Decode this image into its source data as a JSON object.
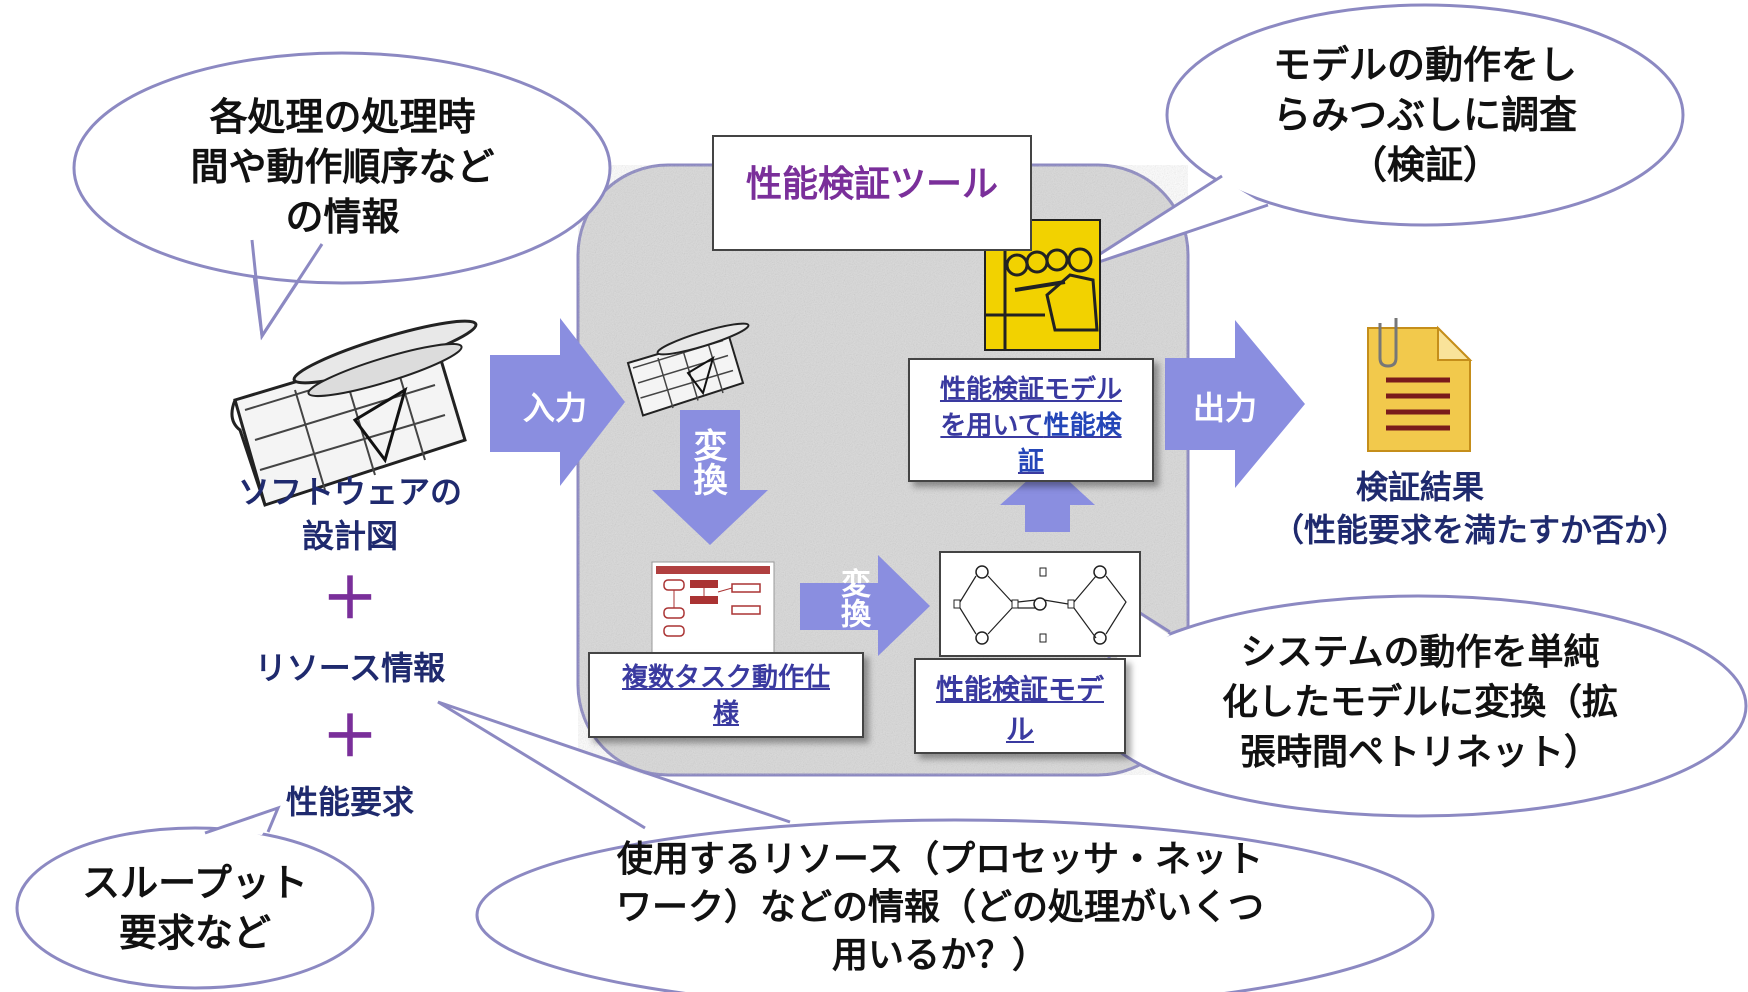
{
  "bubbles": {
    "top_left": [
      "各処理の処理時",
      "間や動作順序など",
      "の情報"
    ],
    "top_right": [
      "モデルの動作をし",
      "らみつぶしに調査",
      "（検証）"
    ],
    "right_mid": [
      "システムの動作を単純",
      "化したモデルに変換（拡",
      "張時間ペトリネット）"
    ],
    "bottom_left": [
      "スループット",
      "要求など"
    ],
    "bottom_center": [
      "使用するリソース（プロセッサ・ネット",
      "ワーク）などの情報（どの処理がいくつ",
      "用いるか？）"
    ]
  },
  "left_column": {
    "design_label": [
      "ソフトウェアの",
      "設計図"
    ],
    "plus": "＋",
    "resource_label": "リソース情報",
    "requirement_label": "性能要求"
  },
  "tool": {
    "title": "性能検証ツール",
    "convert_label_1": "変換",
    "convert_label_2": "変換",
    "spec_box": [
      "複数タスク動作仕",
      "様"
    ],
    "model_box": [
      "性能検証モデ",
      "ル"
    ],
    "verify_box": {
      "line1": "性能検証モデル",
      "line2_prefix": "を用いて",
      "line2_link": "性能検",
      "line3": "証"
    }
  },
  "arrows": {
    "input": "入力",
    "output": "出力"
  },
  "result": {
    "title": "検証結果",
    "subtitle": "（性能要求を満たすか否か）"
  },
  "colors": {
    "bubble_fill": "#ffffff",
    "bubble_stroke": "#8c89c2",
    "arrow_fill": "#8a8ee0",
    "navy_text": "#1f2a6e",
    "purple": "#7a2f9a",
    "tool_bg": "#d8d8d8",
    "doc_yellow": "#f2c94c"
  },
  "icons": [
    "blueprint-icon",
    "worker-icon",
    "document-icon",
    "petri-net-diagram",
    "task-spec-diagram"
  ]
}
